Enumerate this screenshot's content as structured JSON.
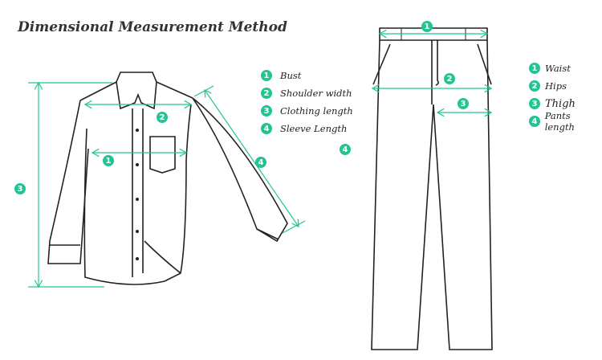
{
  "title": "Dimensional Measurement Method",
  "accent": "#22c493",
  "shirt_legend": [
    {
      "num": "1",
      "label": "Bust"
    },
    {
      "num": "2",
      "label": "Shoulder width"
    },
    {
      "num": "3",
      "label": "Clothing length"
    },
    {
      "num": "4",
      "label": "Sleeve Length"
    }
  ],
  "pants_legend": [
    {
      "num": "1",
      "label": "Waist"
    },
    {
      "num": "2",
      "label": "Hips"
    },
    {
      "num": "3",
      "label": "Thigh"
    },
    {
      "num": "4",
      "label": "Pants length"
    }
  ],
  "shirt_badges": {
    "bust": "1",
    "shoulder": "2",
    "length": "3",
    "sleeve": "4"
  },
  "pants_badges": {
    "waist": "1",
    "hips": "2",
    "thigh": "3",
    "length": "4"
  }
}
